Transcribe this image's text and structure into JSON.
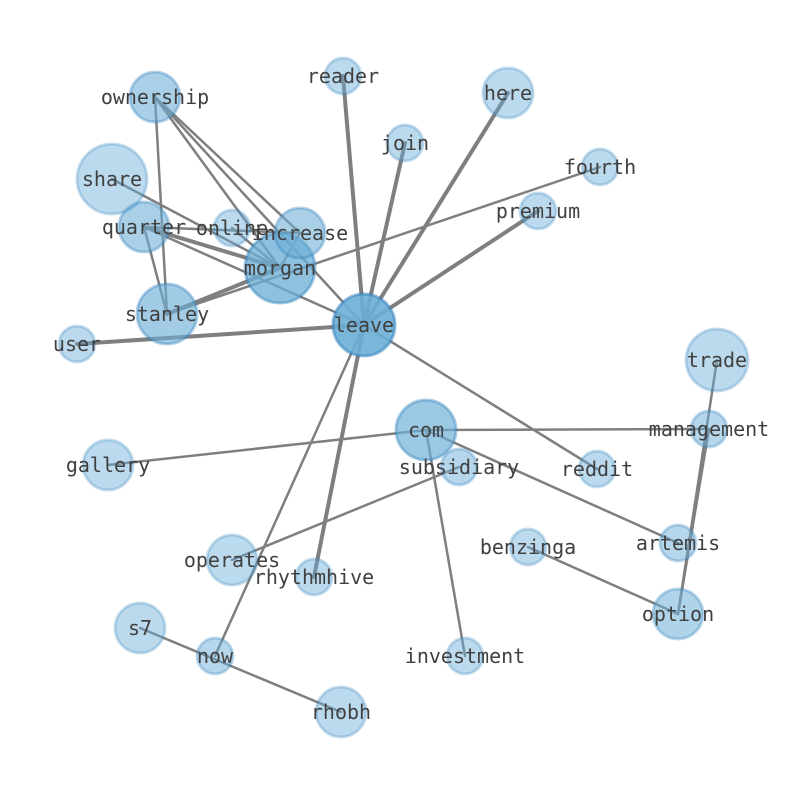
{
  "graph": {
    "fill_color": "#6baed6",
    "stroke_color": "#3182bd",
    "edge_color": "#7f7f7f",
    "label_color": "#404040",
    "nodes": [
      {
        "id": "leave",
        "label": "leave",
        "degree": 11
      },
      {
        "id": "morgan",
        "label": "morgan",
        "degree": 8
      },
      {
        "id": "com",
        "label": "com",
        "degree": 6
      },
      {
        "id": "stanley",
        "label": "stanley",
        "degree": 5
      },
      {
        "id": "increase",
        "label": "increase",
        "degree": 4
      },
      {
        "id": "quarter",
        "label": "quarter",
        "degree": 4
      },
      {
        "id": "ownership",
        "label": "ownership",
        "degree": 4
      },
      {
        "id": "option",
        "label": "option",
        "degree": 3
      },
      {
        "id": "share",
        "label": "share",
        "degree": 1
      },
      {
        "id": "online",
        "label": "online",
        "degree": 1
      },
      {
        "id": "reader",
        "label": "reader",
        "degree": 1
      },
      {
        "id": "here",
        "label": "here",
        "degree": 1
      },
      {
        "id": "join",
        "label": "join",
        "degree": 1
      },
      {
        "id": "fourth",
        "label": "fourth",
        "degree": 1
      },
      {
        "id": "premium",
        "label": "premium",
        "degree": 1
      },
      {
        "id": "user",
        "label": "user",
        "degree": 1
      },
      {
        "id": "trade",
        "label": "trade",
        "degree": 1
      },
      {
        "id": "management",
        "label": "management",
        "degree": 2
      },
      {
        "id": "gallery",
        "label": "gallery",
        "degree": 1
      },
      {
        "id": "subsidiary",
        "label": "subsidiary",
        "degree": 2
      },
      {
        "id": "reddit",
        "label": "reddit",
        "degree": 1
      },
      {
        "id": "artemis",
        "label": "artemis",
        "degree": 2
      },
      {
        "id": "benzinga",
        "label": "benzinga",
        "degree": 1
      },
      {
        "id": "operates",
        "label": "operates",
        "degree": 1
      },
      {
        "id": "rhythmhive",
        "label": "rhythmhive",
        "degree": 1
      },
      {
        "id": "s7",
        "label": "s7",
        "degree": 1
      },
      {
        "id": "now",
        "label": "now",
        "degree": 2
      },
      {
        "id": "investment",
        "label": "investment",
        "degree": 1
      },
      {
        "id": "rhobh",
        "label": "rhobh",
        "degree": 1
      }
    ],
    "edges": [
      {
        "source": "leave",
        "target": "reader",
        "weight": 3
      },
      {
        "source": "leave",
        "target": "here",
        "weight": 3
      },
      {
        "source": "leave",
        "target": "join",
        "weight": 3
      },
      {
        "source": "leave",
        "target": "premium",
        "weight": 3
      },
      {
        "source": "leave",
        "target": "user",
        "weight": 3
      },
      {
        "source": "leave",
        "target": "rhythmhive",
        "weight": 3
      },
      {
        "source": "leave",
        "target": "now",
        "weight": 2
      },
      {
        "source": "leave",
        "target": "reddit",
        "weight": 2
      },
      {
        "source": "leave",
        "target": "ownership",
        "weight": 2
      },
      {
        "source": "leave",
        "target": "quarter",
        "weight": 2
      },
      {
        "source": "morgan",
        "target": "stanley",
        "weight": 3
      },
      {
        "source": "morgan",
        "target": "quarter",
        "weight": 3
      },
      {
        "source": "morgan",
        "target": "increase",
        "weight": 2
      },
      {
        "source": "morgan",
        "target": "share",
        "weight": 2
      },
      {
        "source": "morgan",
        "target": "online",
        "weight": 2
      },
      {
        "source": "morgan",
        "target": "ownership",
        "weight": 2
      },
      {
        "source": "stanley",
        "target": "fourth",
        "weight": 2
      },
      {
        "source": "stanley",
        "target": "quarter",
        "weight": 2
      },
      {
        "source": "stanley",
        "target": "ownership",
        "weight": 2
      },
      {
        "source": "increase",
        "target": "ownership",
        "weight": 2
      },
      {
        "source": "increase",
        "target": "quarter",
        "weight": 2
      },
      {
        "source": "com",
        "target": "gallery",
        "weight": 2
      },
      {
        "source": "com",
        "target": "management",
        "weight": 2
      },
      {
        "source": "com",
        "target": "artemis",
        "weight": 2
      },
      {
        "source": "com",
        "target": "investment",
        "weight": 2
      },
      {
        "source": "subsidiary",
        "target": "operates",
        "weight": 2
      },
      {
        "source": "management",
        "target": "option",
        "weight": 2
      },
      {
        "source": "trade",
        "target": "option",
        "weight": 2
      },
      {
        "source": "benzinga",
        "target": "option",
        "weight": 2
      },
      {
        "source": "s7",
        "target": "rhobh",
        "weight": 2
      }
    ]
  }
}
